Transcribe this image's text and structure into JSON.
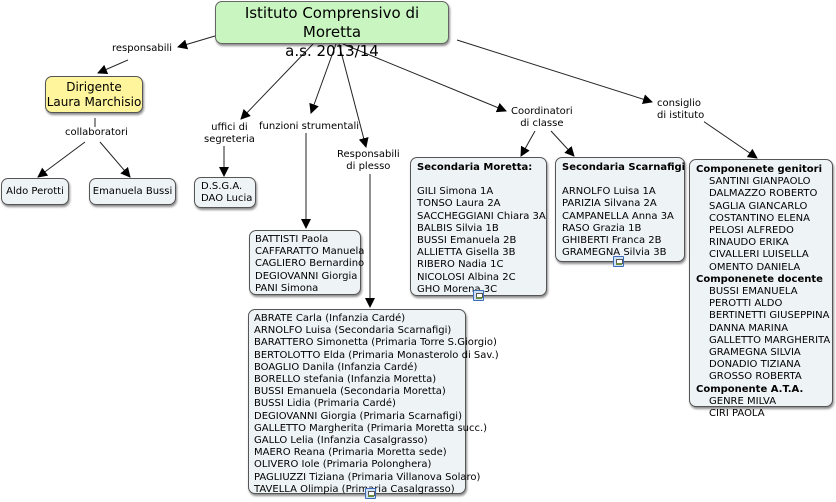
{
  "root": {
    "line1": "Istituto Comprensivo di Moretta",
    "line2": "a.s. 2013/14"
  },
  "links": {
    "responsabili": "responsabili",
    "collaboratori": "collaboratori",
    "uffici_line1": "uffici di",
    "uffici_line2": "segreteria",
    "funzioni": "funzioni strumentali",
    "plesso_line1": "Responsabili",
    "plesso_line2": "di plesso",
    "coordinatori_line1": "Coordinatori",
    "coordinatori_line2": "di classe",
    "consiglio_line1": "consiglio",
    "consiglio_line2": "di istituto"
  },
  "dirigente": {
    "line1": "Dirigente",
    "line2": "Laura Marchisio"
  },
  "collaboratori": [
    "Aldo Perotti",
    "Emanuela Bussi"
  ],
  "segreteria": {
    "line1": "D.S.G.A.",
    "line2": "DAO Lucia"
  },
  "funzioni_strumentali": [
    "BATTISTI Paola",
    "CAFFARATTO Manuela",
    "CAGLIERO Bernardino",
    "DEGIOVANNI Giorgia",
    "PANI Simona"
  ],
  "responsabili_plesso": [
    "ABRATE Carla (Infanzia Cardé)",
    "ARNOLFO Luisa (Secondaria Scarnafigi)",
    "BARATTERO Simonetta (Primaria Torre S.Giorgio)",
    "BERTOLOTTO Elda (Primaria Monasterolo di Sav.)",
    "BOAGLIO Danila (Infanzia Cardé)",
    "BORELLO stefania (Infanzia Moretta)",
    "BUSSI Emanuela (Secondaria Moretta)",
    "BUSSI Lidia (Primaria Cardé)",
    "DEGIOVANNI Giorgia (Primaria Scarnafigi)",
    "GALLETTO Margherita (Primaria Moretta succ.)",
    "GALLO Lelia (Infanzia Casalgrasso)",
    "MAERO Reana (Primaria Moretta sede)",
    "OLIVERO Iole (Primaria Polonghera)",
    "PAGLIUZZI Tiziana (Primaria Villanova Solaro)",
    "TAVELLA Olimpia (Primaria Casalgrasso)"
  ],
  "secondaria_moretta": {
    "title": "Secondaria Moretta:",
    "items": [
      "GILI Simona 1A",
      "TONSO Laura 2A",
      "SACCHEGGIANI Chiara 3A",
      "BALBIS Silvia 1B",
      "BUSSI Emanuela 2B",
      "ALLIETTA Gisella 3B",
      "RIBERO Nadia 1C",
      "NICOLOSI Albina 2C",
      "GHO Morena 3C"
    ]
  },
  "secondaria_scarnafigi": {
    "title": "Secondaria Scarnafigi",
    "items": [
      "ARNOLFO Luisa 1A",
      "PARIZIA Silvana 2A",
      "CAMPANELLA Anna 3A",
      "RASO Grazia 1B",
      "GHIBERTI Franca 2B",
      "GRAMEGNA Silvia 3B"
    ]
  },
  "consiglio": {
    "genitori_title": "Componenete genitori",
    "genitori": [
      "SANTINI GIANPAOLO",
      "DALMAZZO ROBERTO",
      "SAGLIA GIANCARLO",
      "COSTANTINO ELENA",
      "PELOSI ALFREDO",
      "RINAUDO ERIKA",
      "CIVALLERI LUISELLA",
      "OMENTO DANIELA"
    ],
    "docenti_title": "Componenete docente",
    "docenti": [
      "BUSSI EMANUELA",
      "PEROTTI ALDO",
      "BERTINETTI GIUSEPPINA",
      "DANNA MARINA",
      "GALLETTO MARGHERITA",
      "GRAMEGNA SILVIA",
      "DONADIO TIZIANA",
      "GROSSO ROBERTA"
    ],
    "ata_title": "Componente A.T.A.",
    "ata": [
      "GENRE MILVA",
      "CIRI PAOLA"
    ]
  },
  "icons": {
    "resource": "concept-map-resource-icon"
  },
  "colors": {
    "root_fill": "#c8f5c0",
    "dirigente_fill": "#fff59c",
    "node_fill": "#eef3f5",
    "border": "#555555"
  }
}
